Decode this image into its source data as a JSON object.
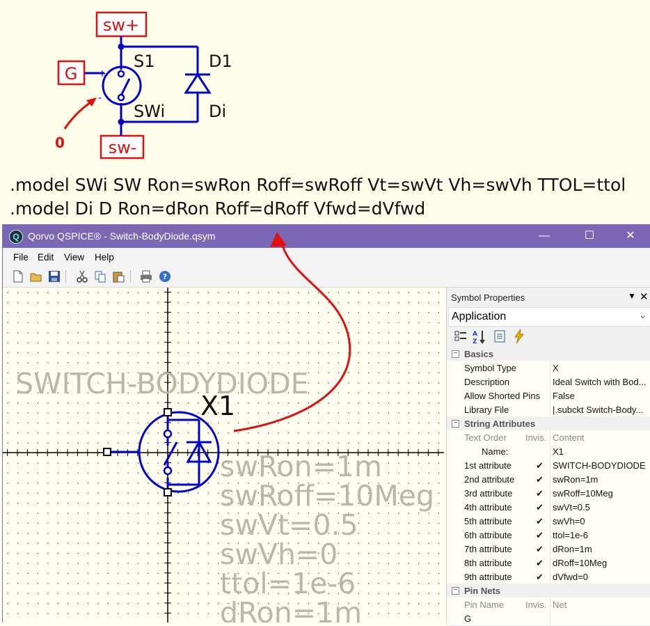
{
  "top_schematic": {
    "labels": {
      "sw_plus": "sw+",
      "sw_minus": "sw-",
      "g": "G",
      "s1": "S1",
      "d1": "D1",
      "swi": "SWi",
      "di": "Di",
      "plus": "+",
      "minus": "-",
      "zero": "0"
    },
    "model_lines": [
      ".model SWi SW Ron=swRon Roff=swRoff Vt=swVt Vh=swVh TTOL=ttol",
      ".model Di D Ron=dRon Roff=dRoff Vfwd=dVfwd"
    ]
  },
  "window": {
    "title": "Qorvo QSPICE® - Switch-BodyDiode.qsym",
    "logo": "Q",
    "menu": [
      "File",
      "Edit",
      "View",
      "Help"
    ]
  },
  "canvas": {
    "symbol_name": "SWITCH-BODYDIODE",
    "instance": "X1",
    "attributes": [
      "swRon=1m",
      "swRoff=10Meg",
      "swVt=0.5",
      "swVh=0",
      "ttol=1e-6",
      "dRon=1m"
    ]
  },
  "properties": {
    "panel_title": "Symbol Properties",
    "selector": "Application",
    "basics_title": "Basics",
    "basics": [
      {
        "key": "Symbol Type",
        "value": "X"
      },
      {
        "key": "Description",
        "value": "Ideal Switch with Bod..."
      },
      {
        "key": "Allow Shorted Pins",
        "value": "False"
      },
      {
        "key": "Library File",
        "value": "|.subckt Switch-Body..."
      }
    ],
    "string_attr_title": "String Attributes",
    "string_attr_header": {
      "order": "Text Order",
      "invis": "Invis.",
      "content": "Content"
    },
    "name_row": {
      "key": "Name:",
      "value": "X1"
    },
    "attrs": [
      {
        "order": "1st attribute",
        "check": "✔",
        "content": "SWITCH-BODYDIODE"
      },
      {
        "order": "2nd attribute",
        "check": "✔",
        "content": "swRon=1m"
      },
      {
        "order": "3rd attribute",
        "check": "✔",
        "content": "swRoff=10Meg"
      },
      {
        "order": "4th attribute",
        "check": "✔",
        "content": "swVt=0.5"
      },
      {
        "order": "5th attribute",
        "check": "✔",
        "content": "swVh=0"
      },
      {
        "order": "6th attribute",
        "check": "✔",
        "content": "ttol=1e-6"
      },
      {
        "order": "7th attribute",
        "check": "✔",
        "content": "dRon=1m"
      },
      {
        "order": "8th attribute",
        "check": "✔",
        "content": "dRoff=10Meg"
      },
      {
        "order": "9th attribute",
        "check": "✔",
        "content": "dVfwd=0"
      }
    ],
    "pin_nets_title": "Pin Nets",
    "pin_header": {
      "name": "Pin Name",
      "invis": "Invis.",
      "net": "Net"
    },
    "pins": [
      {
        "name": "G"
      }
    ]
  },
  "colors": {
    "schematic_blue": "#0000d0",
    "annotation_red": "#e01010",
    "titlebar": "#7a68b4",
    "canvas_bg": "#fffff0",
    "attr_gray": "#b8b8a8"
  }
}
